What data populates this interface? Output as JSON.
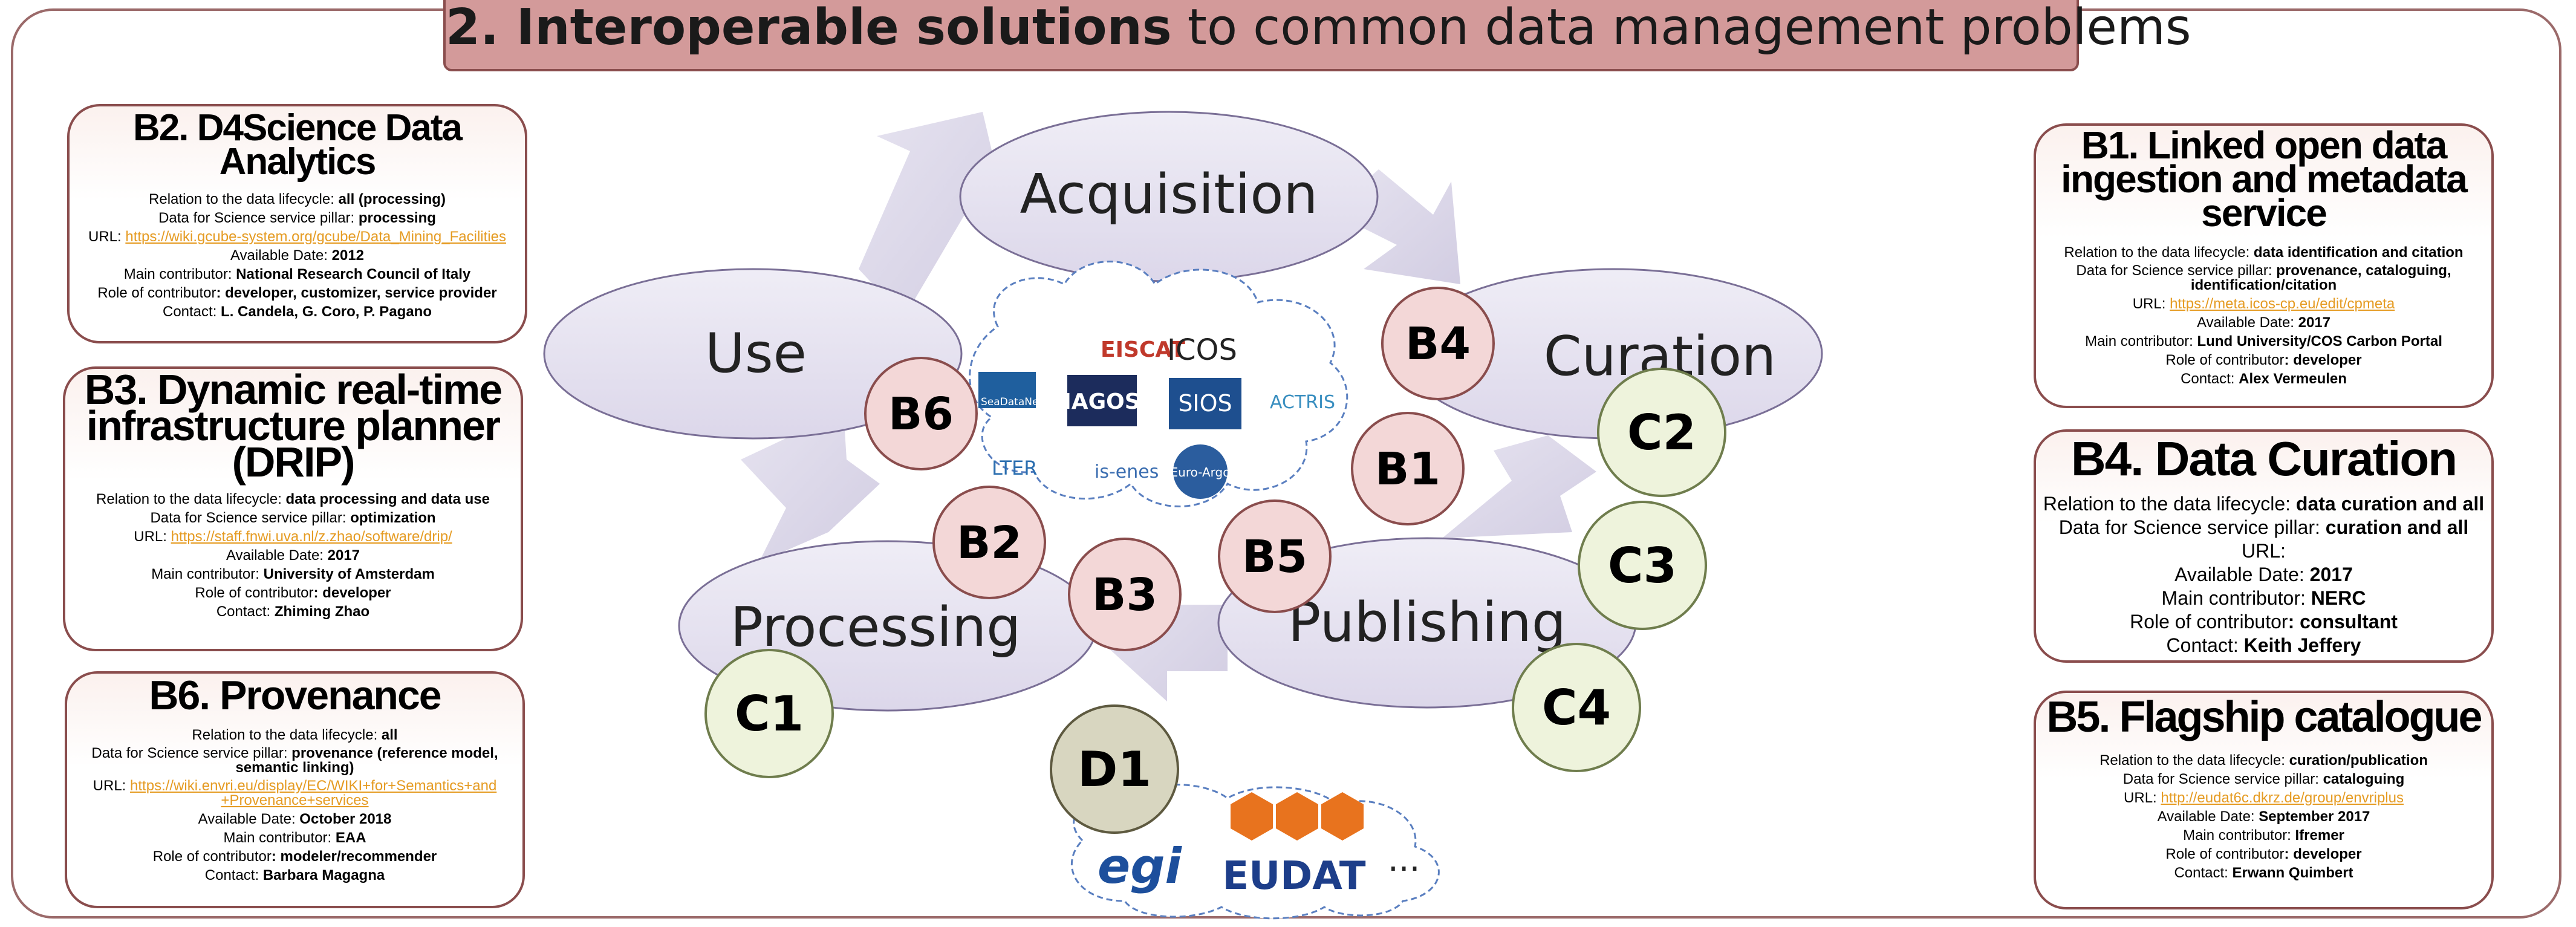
{
  "title": {
    "bold": "2. Interoperable solutions",
    "rest": " to common data management problems"
  },
  "cycle": {
    "phases": {
      "acquisition": "Acquisition",
      "curation": "Curation",
      "publishing": "Publishing",
      "processing": "Processing",
      "use": "Use"
    },
    "nodes": {
      "b1": "B1",
      "b2": "B2",
      "b3": "B3",
      "b4": "B4",
      "b5": "B5",
      "b6": "B6",
      "c1": "C1",
      "c2": "C2",
      "c3": "C3",
      "c4": "C4",
      "d1": "D1"
    }
  },
  "ri_logos": [
    "EISCAT",
    "ICOS",
    "SeaDataNet",
    "IAGOS",
    "SIOS",
    "ACTRIS",
    "LTER",
    "is-enes",
    "Euro-Argo"
  ],
  "infrastructure": {
    "egi": "egi",
    "eudat": "EUDAT",
    "more": "..."
  },
  "labels": {
    "relation": "Relation to the data lifecycle: ",
    "pillar": "Data for Science service pillar: ",
    "url": "URL: ",
    "date": "Available Date: ",
    "contributor": "Main contributor: ",
    "role": "Role of contributor",
    "contact": "Contact: "
  },
  "cards": {
    "b2": {
      "title": "B2. D4Science Data Analytics",
      "relation": "all (processing)",
      "pillar": "processing",
      "url": "https://wiki.gcube-system.org/gcube/Data_Mining_Facilities",
      "date": "2012",
      "contributor": "National Research Council of Italy",
      "role": ": developer, customizer, service provider",
      "contact": "L. Candela, G. Coro, P. Pagano"
    },
    "b3": {
      "title": "B3. Dynamic real-time infrastructure planner (DRIP)",
      "relation": "data processing and data use",
      "pillar": "optimization",
      "url": "https://staff.fnwi.uva.nl/z.zhao/software/drip/",
      "date": "2017",
      "contributor": "University of Amsterdam",
      "role": ": developer",
      "contact": "Zhiming Zhao"
    },
    "b6": {
      "title": "B6. Provenance",
      "relation": "all",
      "pillar": "provenance (reference model, semantic linking)",
      "url": "https://wiki.envri.eu/display/EC/WIKI+for+Semantics+and+Provenance+services",
      "date": "October 2018",
      "contributor": "EAA",
      "role": ": modeler/recommender",
      "contact": "Barbara Magagna"
    },
    "b1": {
      "title": "B1. Linked open data ingestion and metadata service",
      "relation": "data identification and citation",
      "pillar": "provenance, cataloguing, identification/citation",
      "url": "https://meta.icos-cp.eu/edit/cpmeta",
      "date": "2017",
      "contributor": "Lund University/COS Carbon Portal",
      "role": ": developer",
      "contact": "Alex Vermeulen"
    },
    "b4": {
      "title": "B4. Data Curation",
      "relation": "data curation and all",
      "pillar": "curation and all",
      "url": "",
      "date": "2017",
      "contributor": "NERC",
      "role": ": consultant",
      "contact": "Keith Jeffery"
    },
    "b5": {
      "title": "B5. Flagship catalogue",
      "relation": "curation/publication",
      "pillar": "cataloguing",
      "url": "http://eudat6c.dkrz.de/group/envriplus",
      "date": "September 2017",
      "contributor": "Ifremer",
      "role": ": developer",
      "contact": "Erwann Quimbert"
    }
  },
  "colors": {
    "pink_node": "#f3d7d7",
    "green_node": "#eef3dc",
    "d1_node": "#d8d6c0",
    "phase_fill": "#e6e2f0",
    "border": "#8a4d4d",
    "link": "#e59b22"
  }
}
